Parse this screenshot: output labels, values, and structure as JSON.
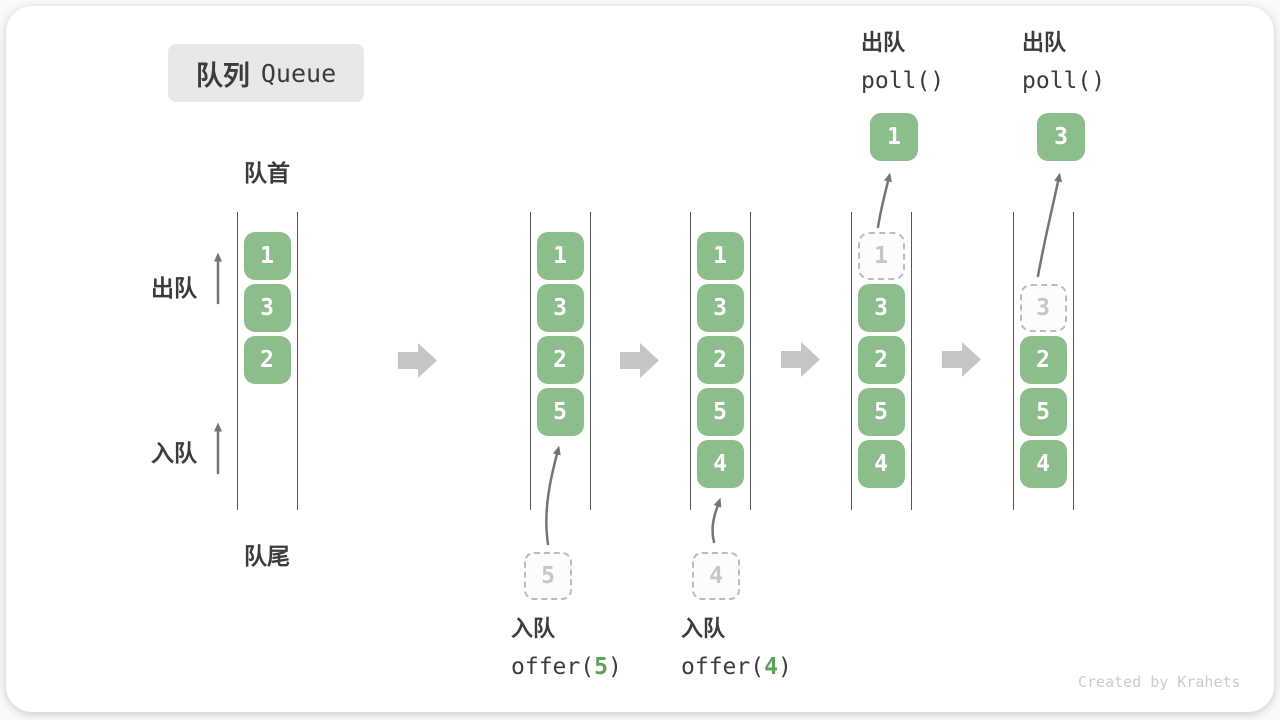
{
  "title": {
    "zh": "队列",
    "en": "Queue"
  },
  "labels": {
    "head": "队首",
    "tail": "队尾",
    "dequeue": "出队",
    "enqueue": "入队"
  },
  "stages": [
    {
      "boxes": [
        1,
        3,
        2
      ]
    },
    {
      "boxes": [
        1,
        3,
        2,
        5
      ],
      "pending": 5,
      "caption": {
        "action": "入队",
        "fn": "offer(",
        "arg": 5,
        "close": ")"
      }
    },
    {
      "boxes": [
        1,
        3,
        2,
        5,
        4
      ],
      "pending": 4,
      "caption": {
        "action": "入队",
        "fn": "offer(",
        "arg": 4,
        "close": ")"
      }
    },
    {
      "removed": 1,
      "boxes": [
        3,
        2,
        5,
        4
      ],
      "header": {
        "action": "出队",
        "fn": "poll()"
      },
      "polled": 1
    },
    {
      "removed": 3,
      "boxes": [
        2,
        5,
        4
      ],
      "header": {
        "action": "出队",
        "fn": "poll()"
      },
      "polled": 3
    }
  ],
  "watermark": "Created by Krahets",
  "colors": {
    "box_green": "#8cbe8c",
    "code_number_green": "#5ba05b",
    "block_arrow_gray": "#c5c5c5",
    "thin_arrow_gray": "#757575",
    "text_dark": "#3c3c3c",
    "dashed_gray": "#bcbcbc",
    "dashed_text": "#c6c6c6",
    "watermark_gray": "#cccccc",
    "title_badge_bg": "#e8e8e8",
    "line_gray": "#555555"
  }
}
